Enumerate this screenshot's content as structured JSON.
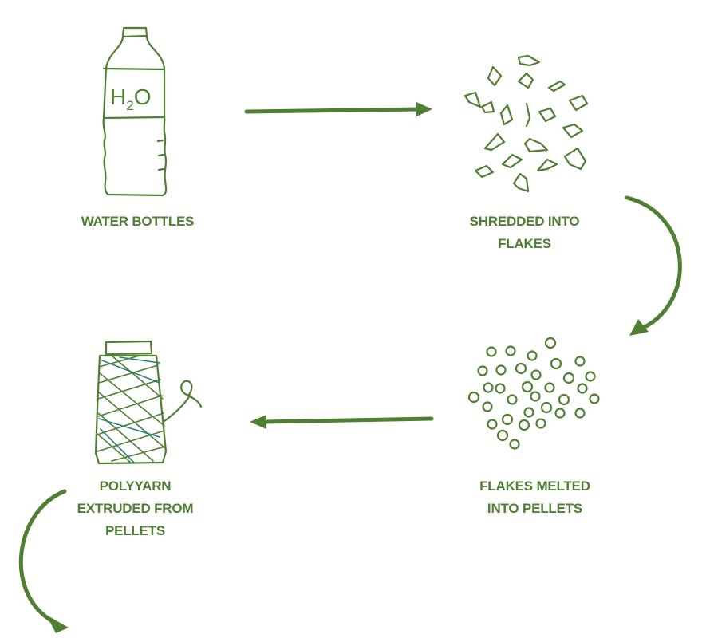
{
  "colors": {
    "primary_green": "#4f7f33",
    "thread_teal": "#2e7f78",
    "background": "#ffffff"
  },
  "steps": [
    {
      "id": "bottles",
      "icon": "water-bottle-icon",
      "lines": [
        "WATER BOTTLES"
      ]
    },
    {
      "id": "flakes",
      "icon": "flakes-icon",
      "lines": [
        "SHREDDED INTO",
        "FLAKES"
      ]
    },
    {
      "id": "pellets",
      "icon": "pellets-icon",
      "lines": [
        "FLAKES MELTED",
        "INTO PELLETS"
      ]
    },
    {
      "id": "yarn",
      "icon": "yarn-spool-icon",
      "lines": [
        "POLYYARN",
        "EXTRUDED FROM",
        "PELLETS"
      ]
    }
  ],
  "bottle_label": {
    "main": "H",
    "sub": "2",
    "tail": "O"
  },
  "flows": [
    {
      "from": "bottles",
      "to": "flakes",
      "shape": "straight"
    },
    {
      "from": "flakes",
      "to": "pellets",
      "shape": "curved"
    },
    {
      "from": "pellets",
      "to": "yarn",
      "shape": "straight"
    },
    {
      "from": "yarn",
      "to": "next",
      "shape": "curved"
    }
  ]
}
